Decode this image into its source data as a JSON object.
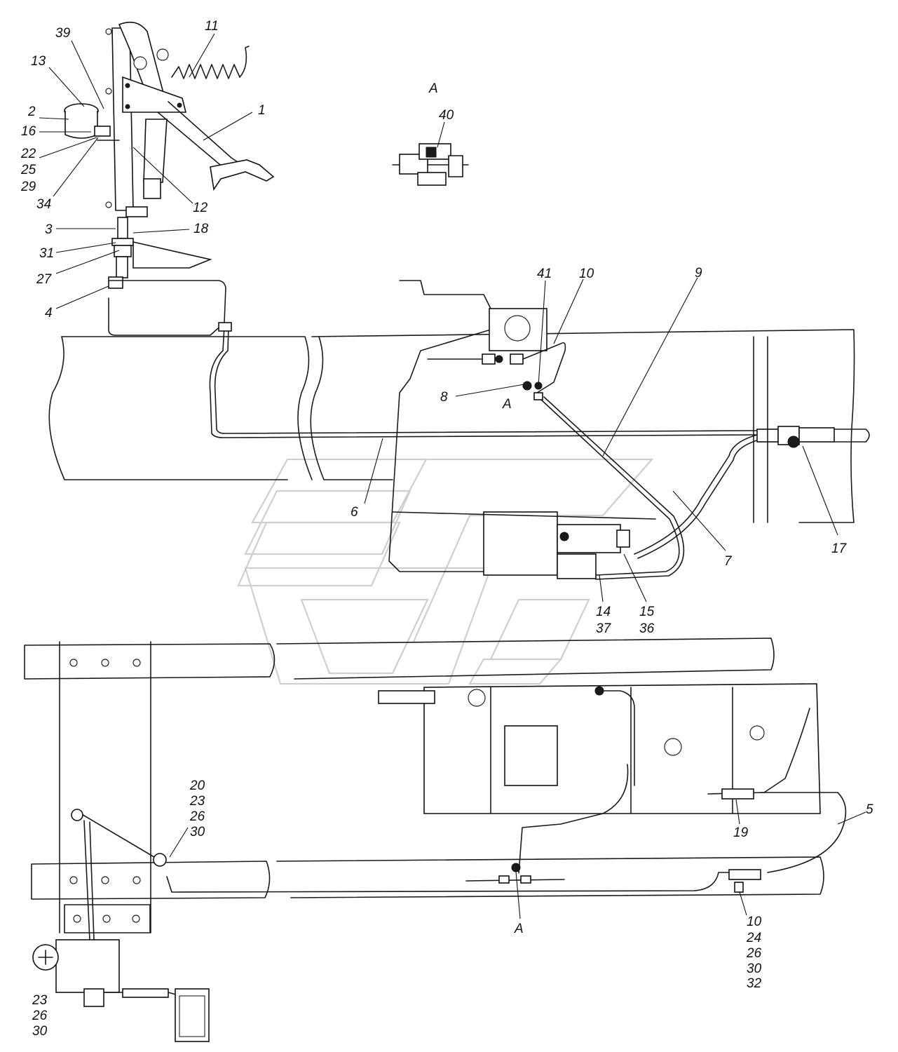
{
  "callouts": [
    {
      "id": "c39",
      "text": "39"
    },
    {
      "id": "c11",
      "text": "11"
    },
    {
      "id": "c13",
      "text": "13"
    },
    {
      "id": "c2",
      "text": "2"
    },
    {
      "id": "c16",
      "text": "16"
    },
    {
      "id": "c22",
      "text": "22"
    },
    {
      "id": "c25",
      "text": "25"
    },
    {
      "id": "c29",
      "text": "29"
    },
    {
      "id": "c34",
      "text": "34"
    },
    {
      "id": "c1",
      "text": "1"
    },
    {
      "id": "c12",
      "text": "12"
    },
    {
      "id": "c3",
      "text": "3"
    },
    {
      "id": "c18",
      "text": "18"
    },
    {
      "id": "c31",
      "text": "31"
    },
    {
      "id": "c27",
      "text": "27"
    },
    {
      "id": "c4",
      "text": "4"
    },
    {
      "id": "cA1",
      "text": "A"
    },
    {
      "id": "c40",
      "text": "40"
    },
    {
      "id": "c41",
      "text": "41"
    },
    {
      "id": "c10a",
      "text": "10"
    },
    {
      "id": "c9",
      "text": "9"
    },
    {
      "id": "c8",
      "text": "8"
    },
    {
      "id": "cA2",
      "text": "A"
    },
    {
      "id": "c6",
      "text": "6"
    },
    {
      "id": "c7",
      "text": "7"
    },
    {
      "id": "c17",
      "text": "17"
    },
    {
      "id": "c14",
      "text": "14"
    },
    {
      "id": "c37",
      "text": "37"
    },
    {
      "id": "c15",
      "text": "15"
    },
    {
      "id": "c36",
      "text": "36"
    },
    {
      "id": "c20",
      "text": "20"
    },
    {
      "id": "c23a",
      "text": "23"
    },
    {
      "id": "c26a",
      "text": "26"
    },
    {
      "id": "c30a",
      "text": "30"
    },
    {
      "id": "c5",
      "text": "5"
    },
    {
      "id": "c19",
      "text": "19"
    },
    {
      "id": "cA3",
      "text": "A"
    },
    {
      "id": "c10b",
      "text": "10"
    },
    {
      "id": "c24",
      "text": "24"
    },
    {
      "id": "c26b",
      "text": "26"
    },
    {
      "id": "c30b",
      "text": "30"
    },
    {
      "id": "c32",
      "text": "32"
    },
    {
      "id": "c23b",
      "text": "23"
    },
    {
      "id": "c26c",
      "text": "26"
    },
    {
      "id": "c30c",
      "text": "30"
    }
  ]
}
